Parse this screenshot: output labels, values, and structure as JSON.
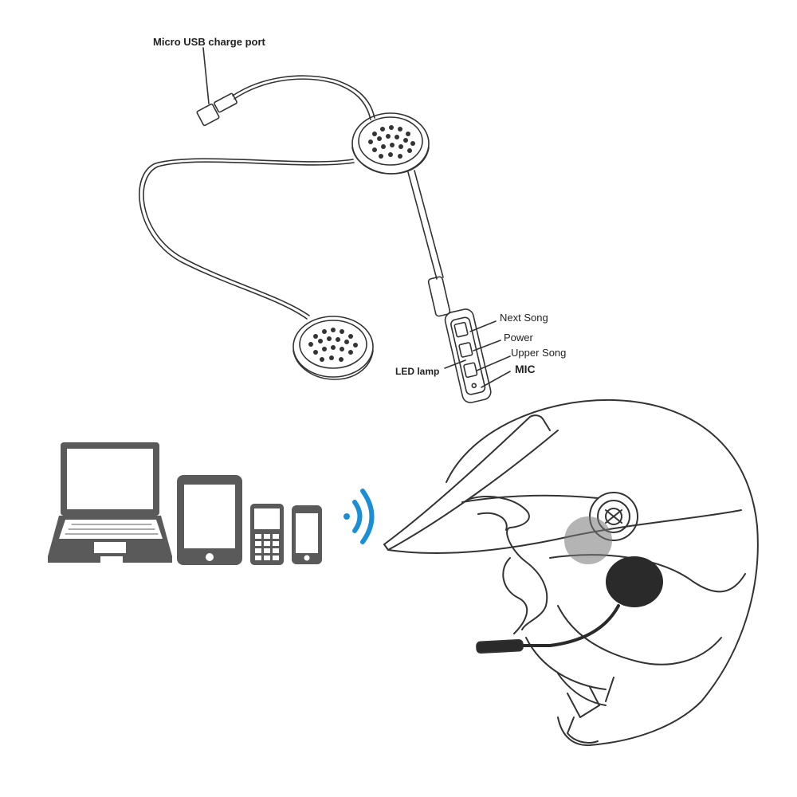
{
  "labels": {
    "usb_port": "Micro USB charge port",
    "next_song": "Next Song",
    "power": "Power",
    "upper_song": "Upper Song",
    "mic": "MIC",
    "led_lamp": "LED lamp"
  },
  "icons": [
    "laptop-icon",
    "tablet-icon",
    "feature-phone-icon",
    "smartphone-icon",
    "bluetooth-wave-icon",
    "helmet-illustration",
    "speaker-icon"
  ],
  "colors": {
    "line": "#333333",
    "device_gray": "#5a5a5a",
    "wireless_blue": "#1a8fd6",
    "speaker_dark": "#2a2a2a",
    "background": "#ffffff"
  }
}
